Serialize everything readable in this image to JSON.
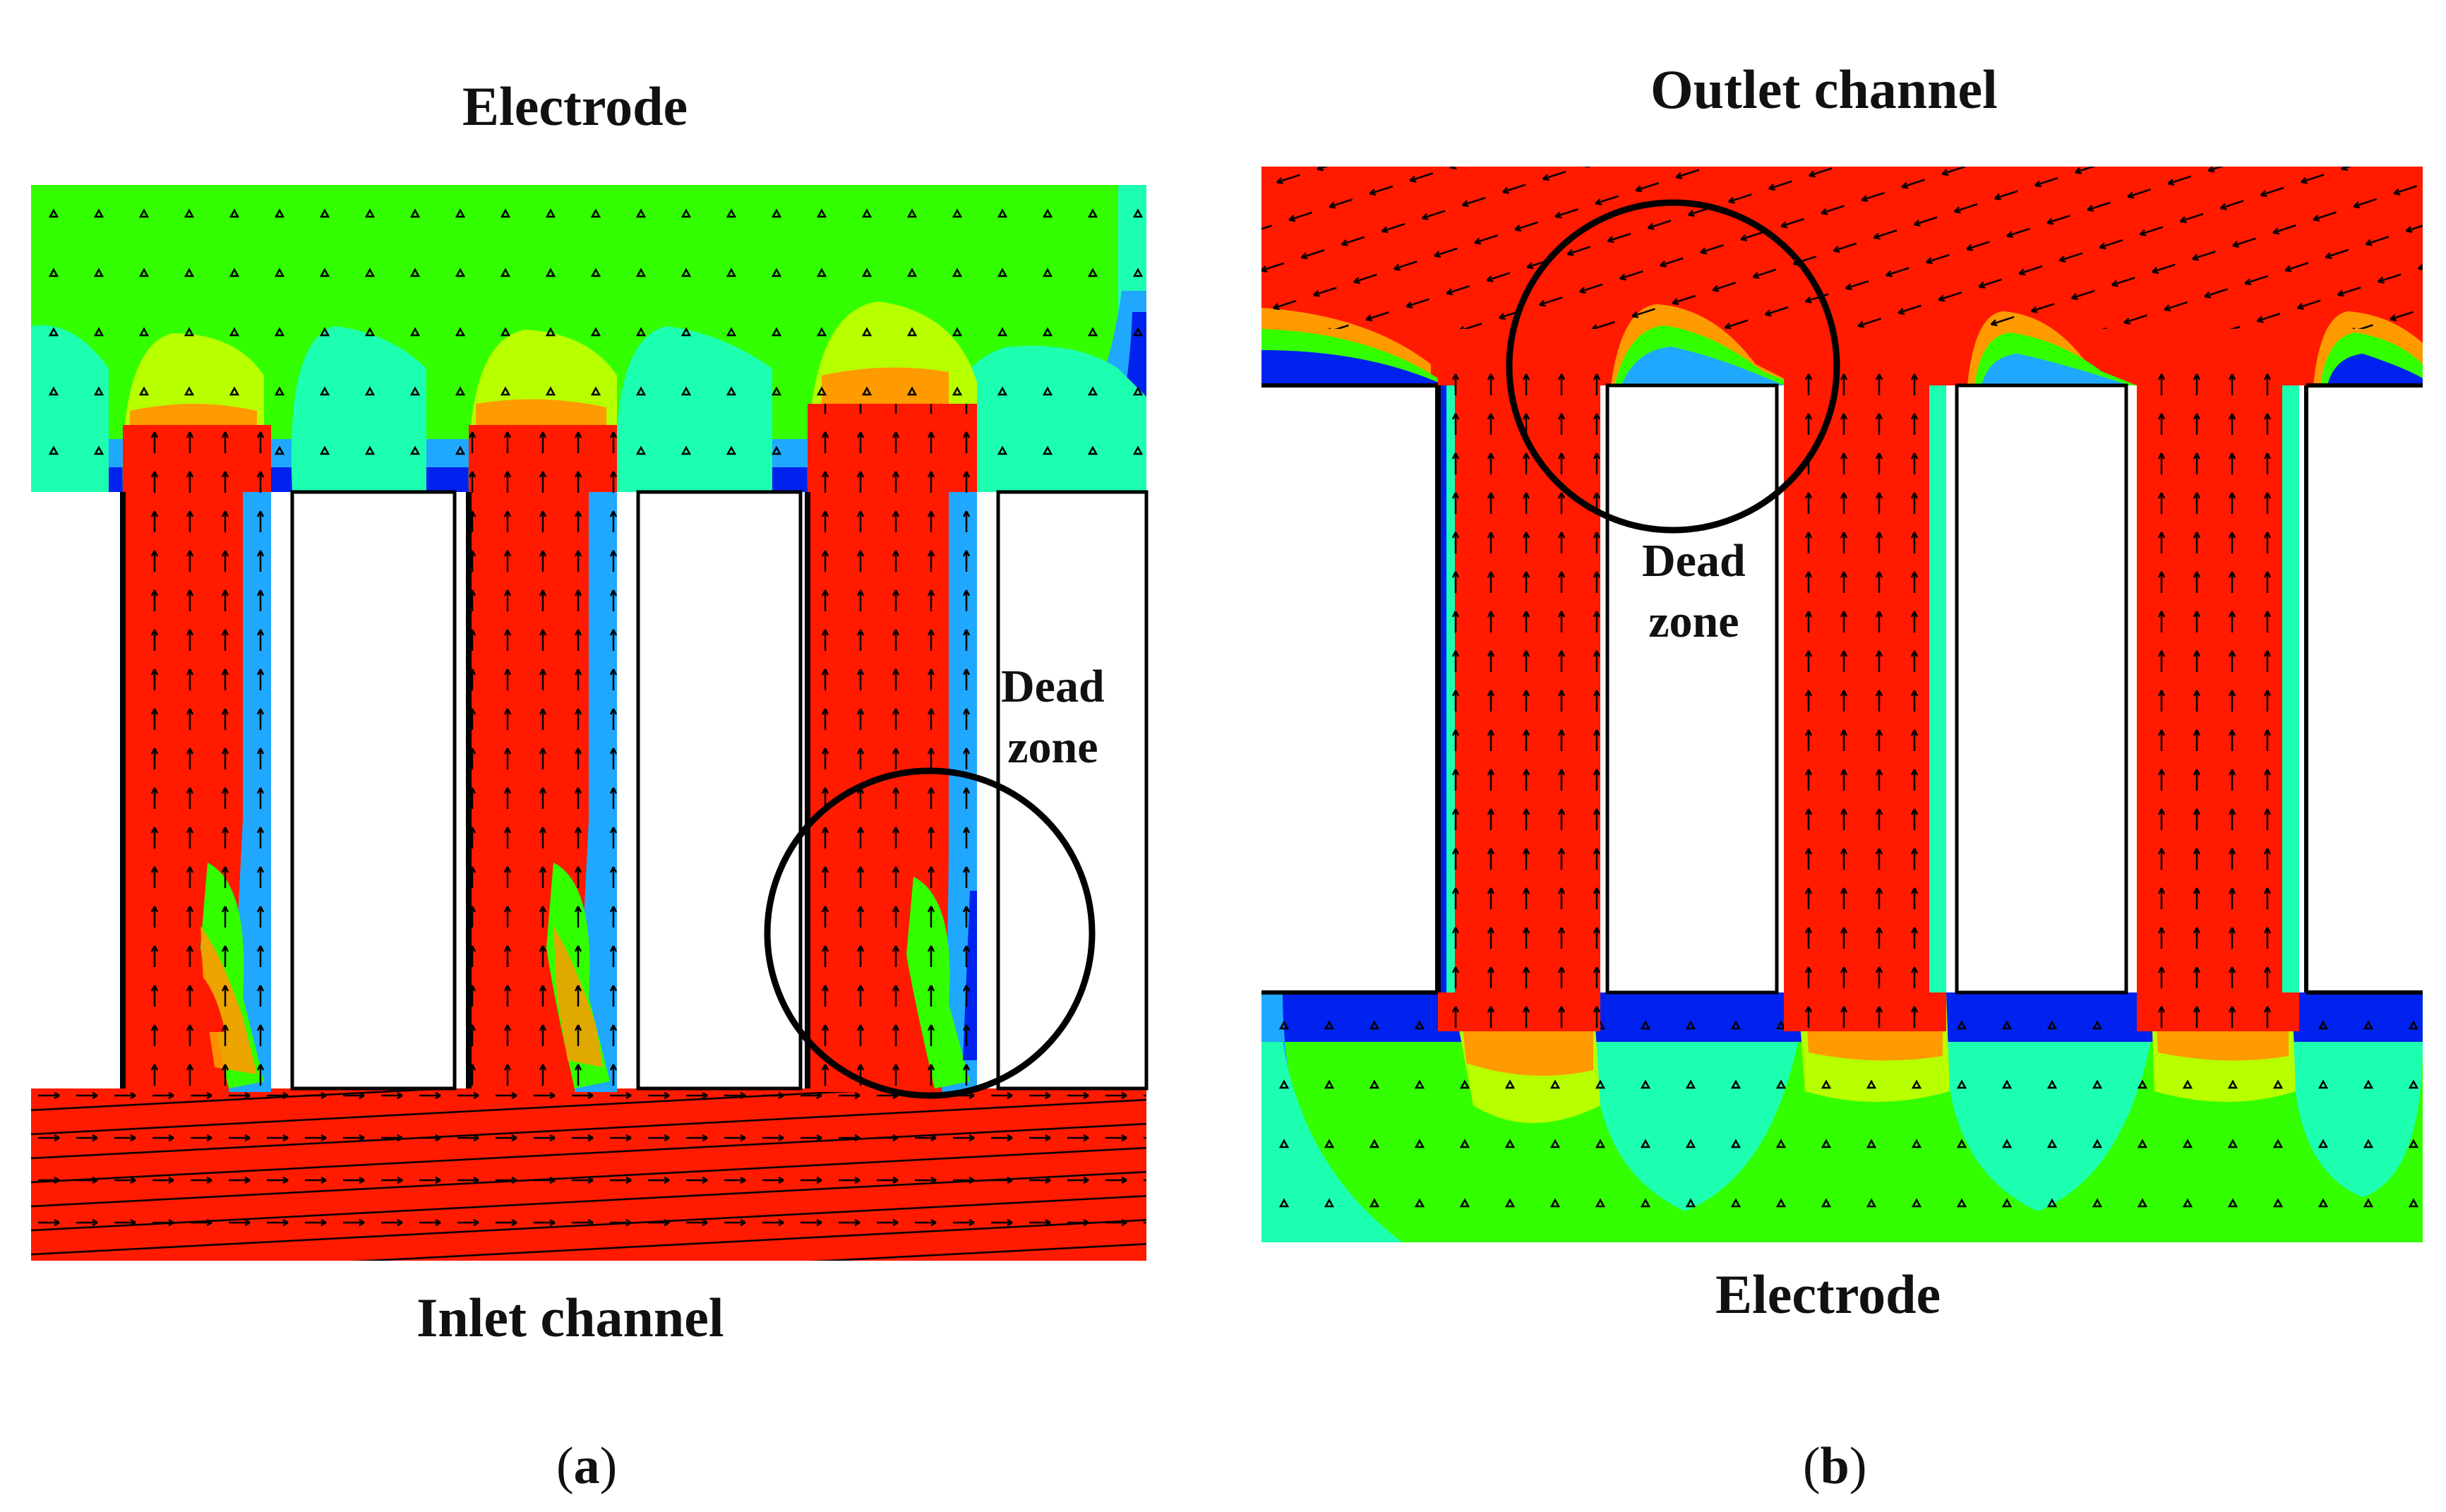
{
  "panel_a": {
    "top_label": "Electrode",
    "bottom_label": "Inlet channel",
    "annotation_line1": "Dead",
    "annotation_line2": "zone",
    "caption_open": "(",
    "caption_letter": "a",
    "caption_close": ")"
  },
  "panel_b": {
    "top_label": "Outlet channel",
    "bottom_label": "Electrode",
    "annotation_line1": "Dead",
    "annotation_line2": "zone",
    "caption_open": "(",
    "caption_letter": "b",
    "caption_close": ")"
  },
  "colors": {
    "high": "#ff1a00",
    "orange": "#ff9a00",
    "yellow_green": "#b8ff00",
    "green": "#33ff00",
    "cyan_green": "#1dffb0",
    "light_blue": "#20a8ff",
    "blue": "#0022ee",
    "outline": "#000000"
  }
}
